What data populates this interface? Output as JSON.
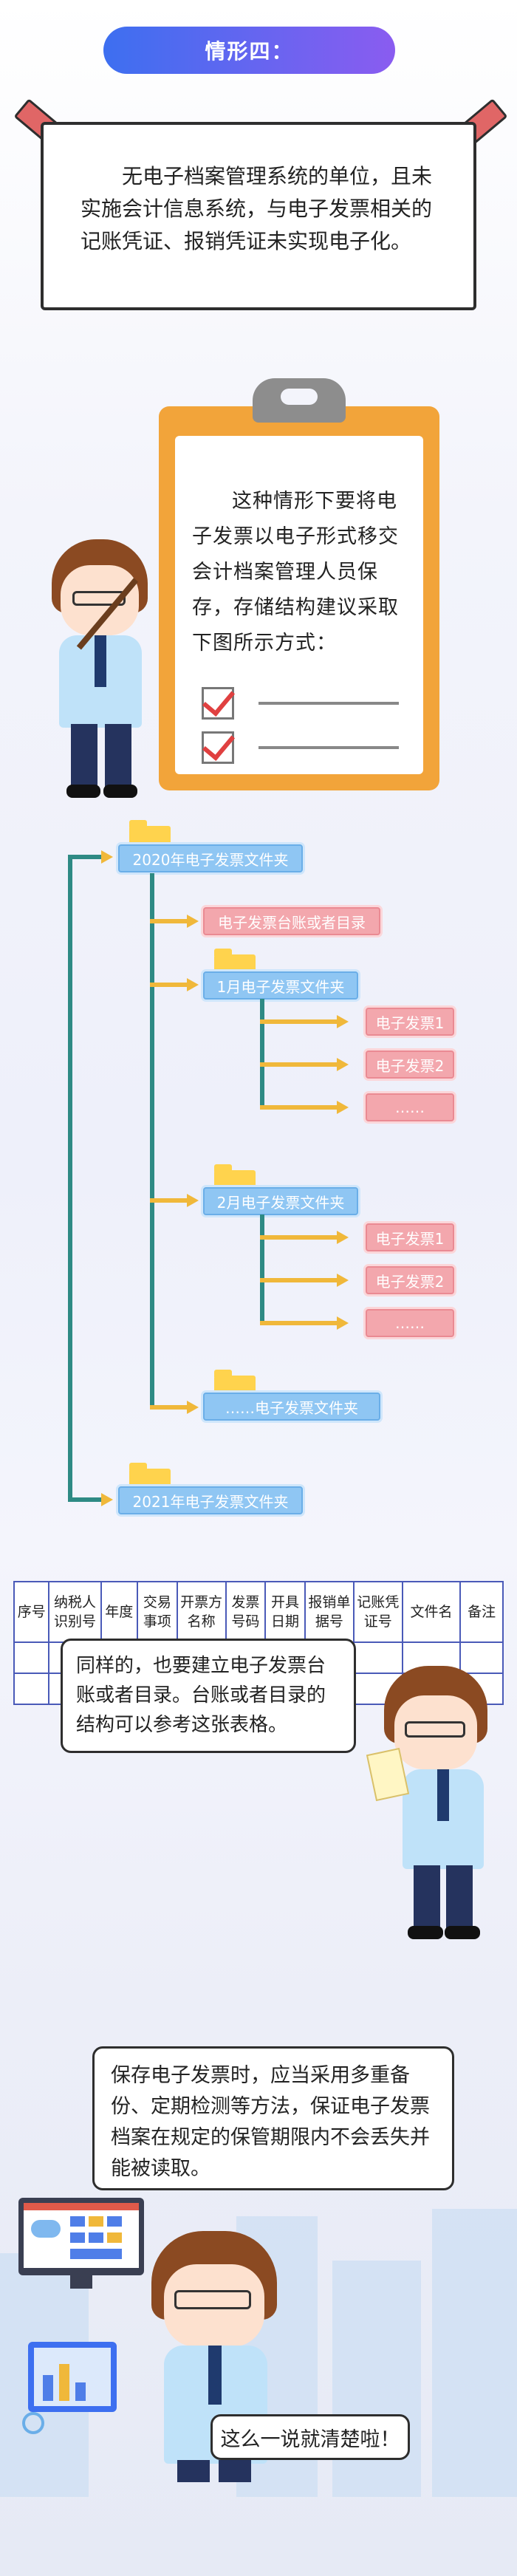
{
  "header": {
    "title": "情形四："
  },
  "intro": {
    "text": "无电子档案管理系统的单位，且未实施会计信息系统，与电子发票相关的记账凭证、报销凭证未实现电子化。"
  },
  "clipboard": {
    "text": "这种情形下要将电子发票以电子形式移交会计档案管理人员保存，存储结构建议采取下图所示方式："
  },
  "tree": {
    "root": "2020年电子发票文件夹",
    "ledger": "电子发票台账或者目录",
    "month1": "1月电子发票文件夹",
    "month1_items": [
      "电子发票1",
      "电子发票2",
      "……"
    ],
    "month2": "2月电子发票文件夹",
    "month2_items": [
      "电子发票1",
      "电子发票2",
      "……"
    ],
    "more": "……电子发票文件夹",
    "next_year": "2021年电子发票文件夹"
  },
  "ledger_table": {
    "headers": [
      "序号",
      "纳税人识别号",
      "年度",
      "交易事项",
      "开票方名称",
      "发票号码",
      "开具日期",
      "报销单据号",
      "记账凭证号",
      "文件名",
      "备注"
    ]
  },
  "bubbles": {
    "ledger_note": "同样的，也要建立电子发票台账或者目录。台账或者目录的结构可以参考这张表格。",
    "storage_note": "保存电子发票时，应当采用多重备份、定期检测等方法，保证电子发票档案在规定的保管期限内不会丢失并能被读取。",
    "closing": "这么一说就清楚啦！"
  },
  "colors": {
    "accent_start": "#3d6ff0",
    "accent_end": "#8a5cf0",
    "board": "#f2a43a",
    "tree_line": "#2e8a84",
    "arrow": "#f0b83a"
  }
}
